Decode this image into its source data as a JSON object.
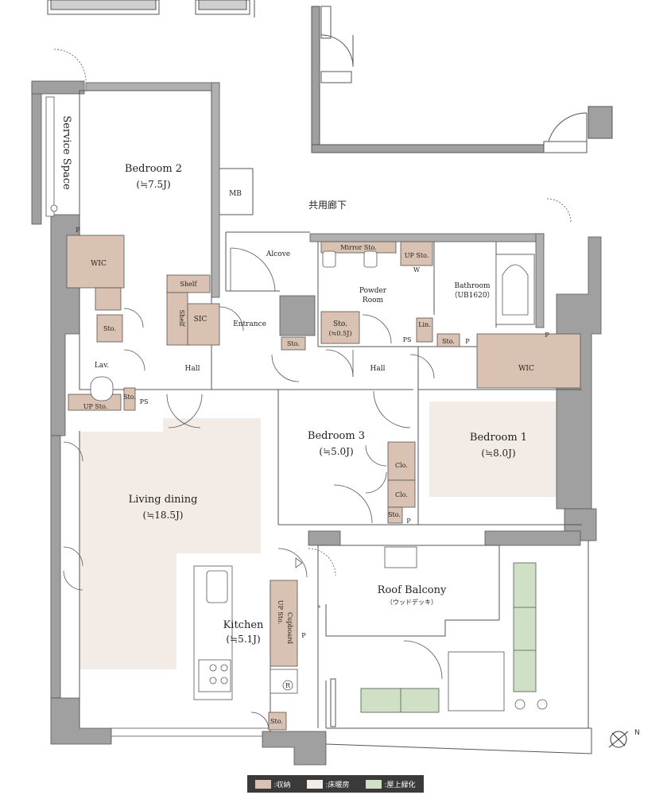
{
  "rooms": {
    "bedroom2": {
      "name": "Bedroom 2",
      "area": "(≒7.5J)"
    },
    "bedroom3": {
      "name": "Bedroom 3",
      "area": "(≒5.0J)"
    },
    "bedroom1": {
      "name": "Bedroom 1",
      "area": "(≒8.0J)"
    },
    "living": {
      "name": "Living dining",
      "area": "(≒18.5J)"
    },
    "kitchen": {
      "name": "Kitchen",
      "area": "(≒5.1J)"
    },
    "balcony": {
      "name": "Roof Balcony",
      "sub": "（ウッドデッキ）"
    },
    "bathroom": {
      "name": "Bathroom",
      "sub": "（UB1620）"
    },
    "powder": {
      "line1": "Powder",
      "line2": "Room"
    },
    "service": "Service Space",
    "corridor": "共用廊下",
    "alcove": "Alcove",
    "entrance": "Entrance",
    "hall_left": "Hall",
    "hall_right": "Hall",
    "lav": "Lav."
  },
  "storage": {
    "wic_left": "WIC",
    "wic_right": "WIC",
    "sic": "SIC",
    "shelf_top": "Shelf",
    "shelf_side": "Shelf",
    "sto": "Sto.",
    "sto_05": "Sto.",
    "sto_05_area": "(≒0.5J)",
    "mirror": "Mirror Sto.",
    "up_sto_lav": "UP Sto.",
    "up_sto_bath": "UP Sto.",
    "w": "W",
    "lin": "Lin.",
    "clo": "Clo.",
    "up_sto_kitchen": "UP Sto.",
    "cupboard": "Cupboard",
    "mb": "MB",
    "ps": "PS",
    "p": "P",
    "r": "R"
  },
  "compass": "N",
  "legend": [
    {
      "label": ":収納",
      "color": "#d9c2b2"
    },
    {
      "label": ":床暖房",
      "color": "#f3ece6"
    },
    {
      "label": ":屋上緑化",
      "color": "#cfe0c4"
    }
  ],
  "colors": {
    "wall": "#a0a0a0",
    "storage": "#d9c2b2",
    "floor_heating": "#f3ece6",
    "greenery": "#cfe0c4",
    "line": "#555555"
  }
}
